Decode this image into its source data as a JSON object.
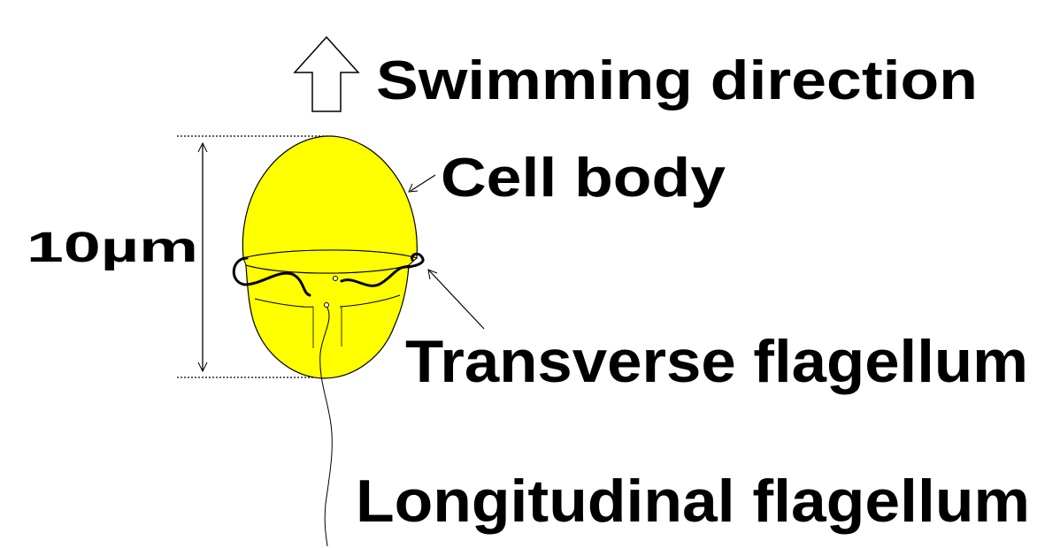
{
  "labels": {
    "swimming_direction": "Swimming direction",
    "cell_body": "Cell body",
    "scale": "10µm",
    "transverse_flagellum": "Transverse flagellum",
    "longitudinal_flagellum": "Longitudinal flagellum"
  },
  "colors": {
    "cell_fill": "#ffff00",
    "stroke": "#000000",
    "background": "#ffffff"
  },
  "icons": {
    "direction_arrow": "hollow-up-arrow-icon"
  }
}
